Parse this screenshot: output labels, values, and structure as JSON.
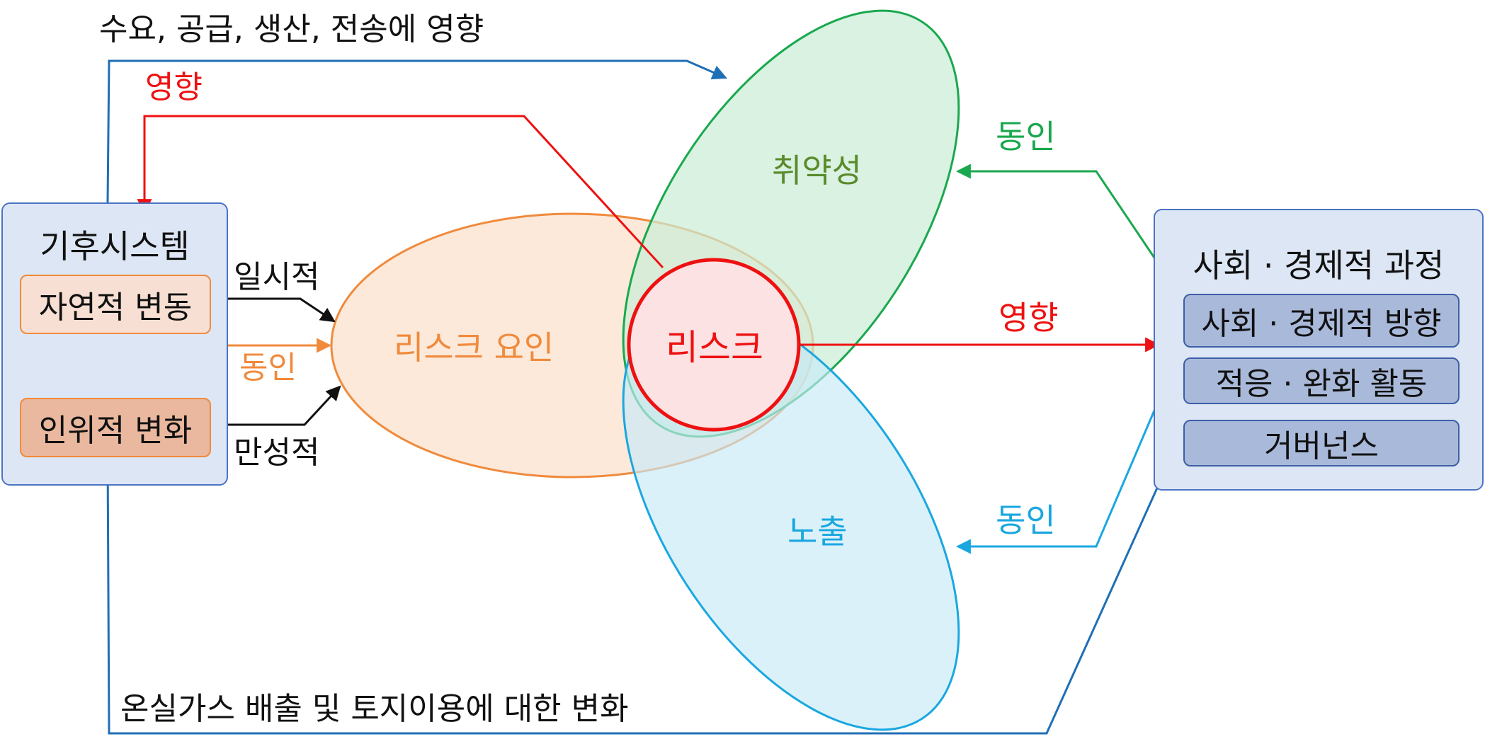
{
  "top_arrow_label": "수요, 공급, 생산, 전송에 영향",
  "red_top_label": "영향",
  "climate_system": {
    "title": "기후시스템",
    "natural_variation": "자연적 변동",
    "anthropogenic_change": "인위적 변화"
  },
  "arrow_labels": {
    "temporary": "일시적",
    "driver_orange": "동인",
    "chronic": "만성적",
    "driver_green": "동인",
    "impact_red": "영향",
    "driver_blue": "동인"
  },
  "ellipses": {
    "risk_factors": "리스크 요인",
    "vulnerability": "취약성",
    "exposure": "노출",
    "risk": "리스크"
  },
  "socioeconomic": {
    "title": "사회 · 경제적 과정",
    "items": [
      "사회 · 경제적 방향",
      "적응 · 완화 활동",
      "거버넌스"
    ]
  },
  "bottom_arrow_label": "온실가스 배출 및 토지이용에 대한 변화",
  "colors": {
    "blue_arrow": "#1f6fb6",
    "red": "#ee1111",
    "green": "#1aa84e",
    "cyan": "#1aa7e0",
    "orange": "#f08a3c",
    "olive": "#5a8a2a"
  }
}
